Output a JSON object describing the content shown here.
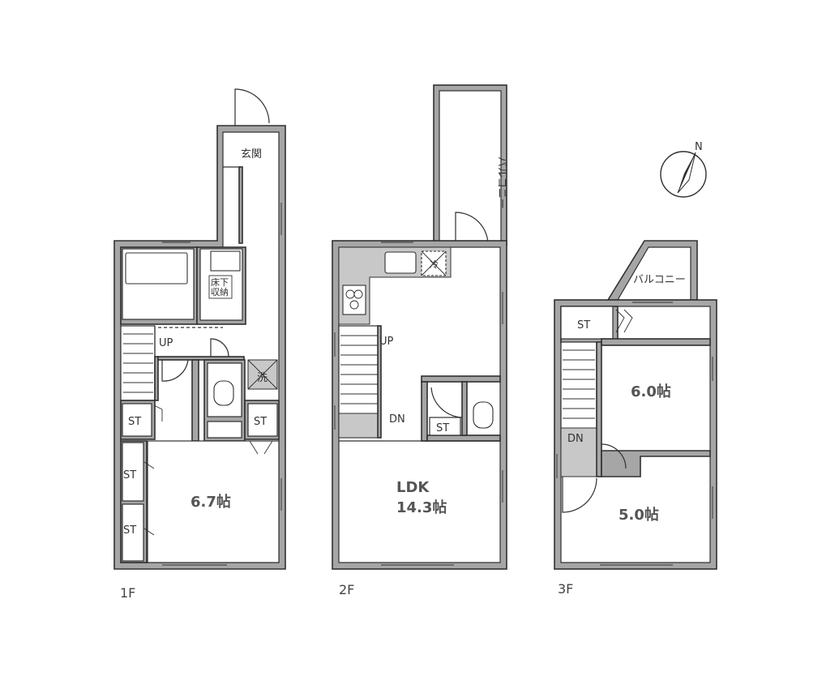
{
  "floors": {
    "f1": {
      "name": "1F",
      "rooms": {
        "genkan": "玄関",
        "yukashita": "床下",
        "shuno": "収納",
        "up": "UP",
        "sentaku": "洗",
        "st_left": "ST",
        "st_wc": "ST",
        "st_mid": "ST",
        "st_low": "ST",
        "room": "6.7帖"
      }
    },
    "f2": {
      "name": "2F",
      "rooms": {
        "balcony": "バルコニー",
        "rei": "冷",
        "up": "UP",
        "dn": "DN",
        "st": "ST",
        "ldk": "LDK",
        "ldk_size": "14.3帖"
      }
    },
    "f3": {
      "name": "3F",
      "rooms": {
        "balcony": "バルコニー",
        "st": "ST",
        "dn": "DN",
        "room_a": "6.0帖",
        "room_b": "5.0帖"
      }
    }
  },
  "compass": {
    "label": "N"
  }
}
